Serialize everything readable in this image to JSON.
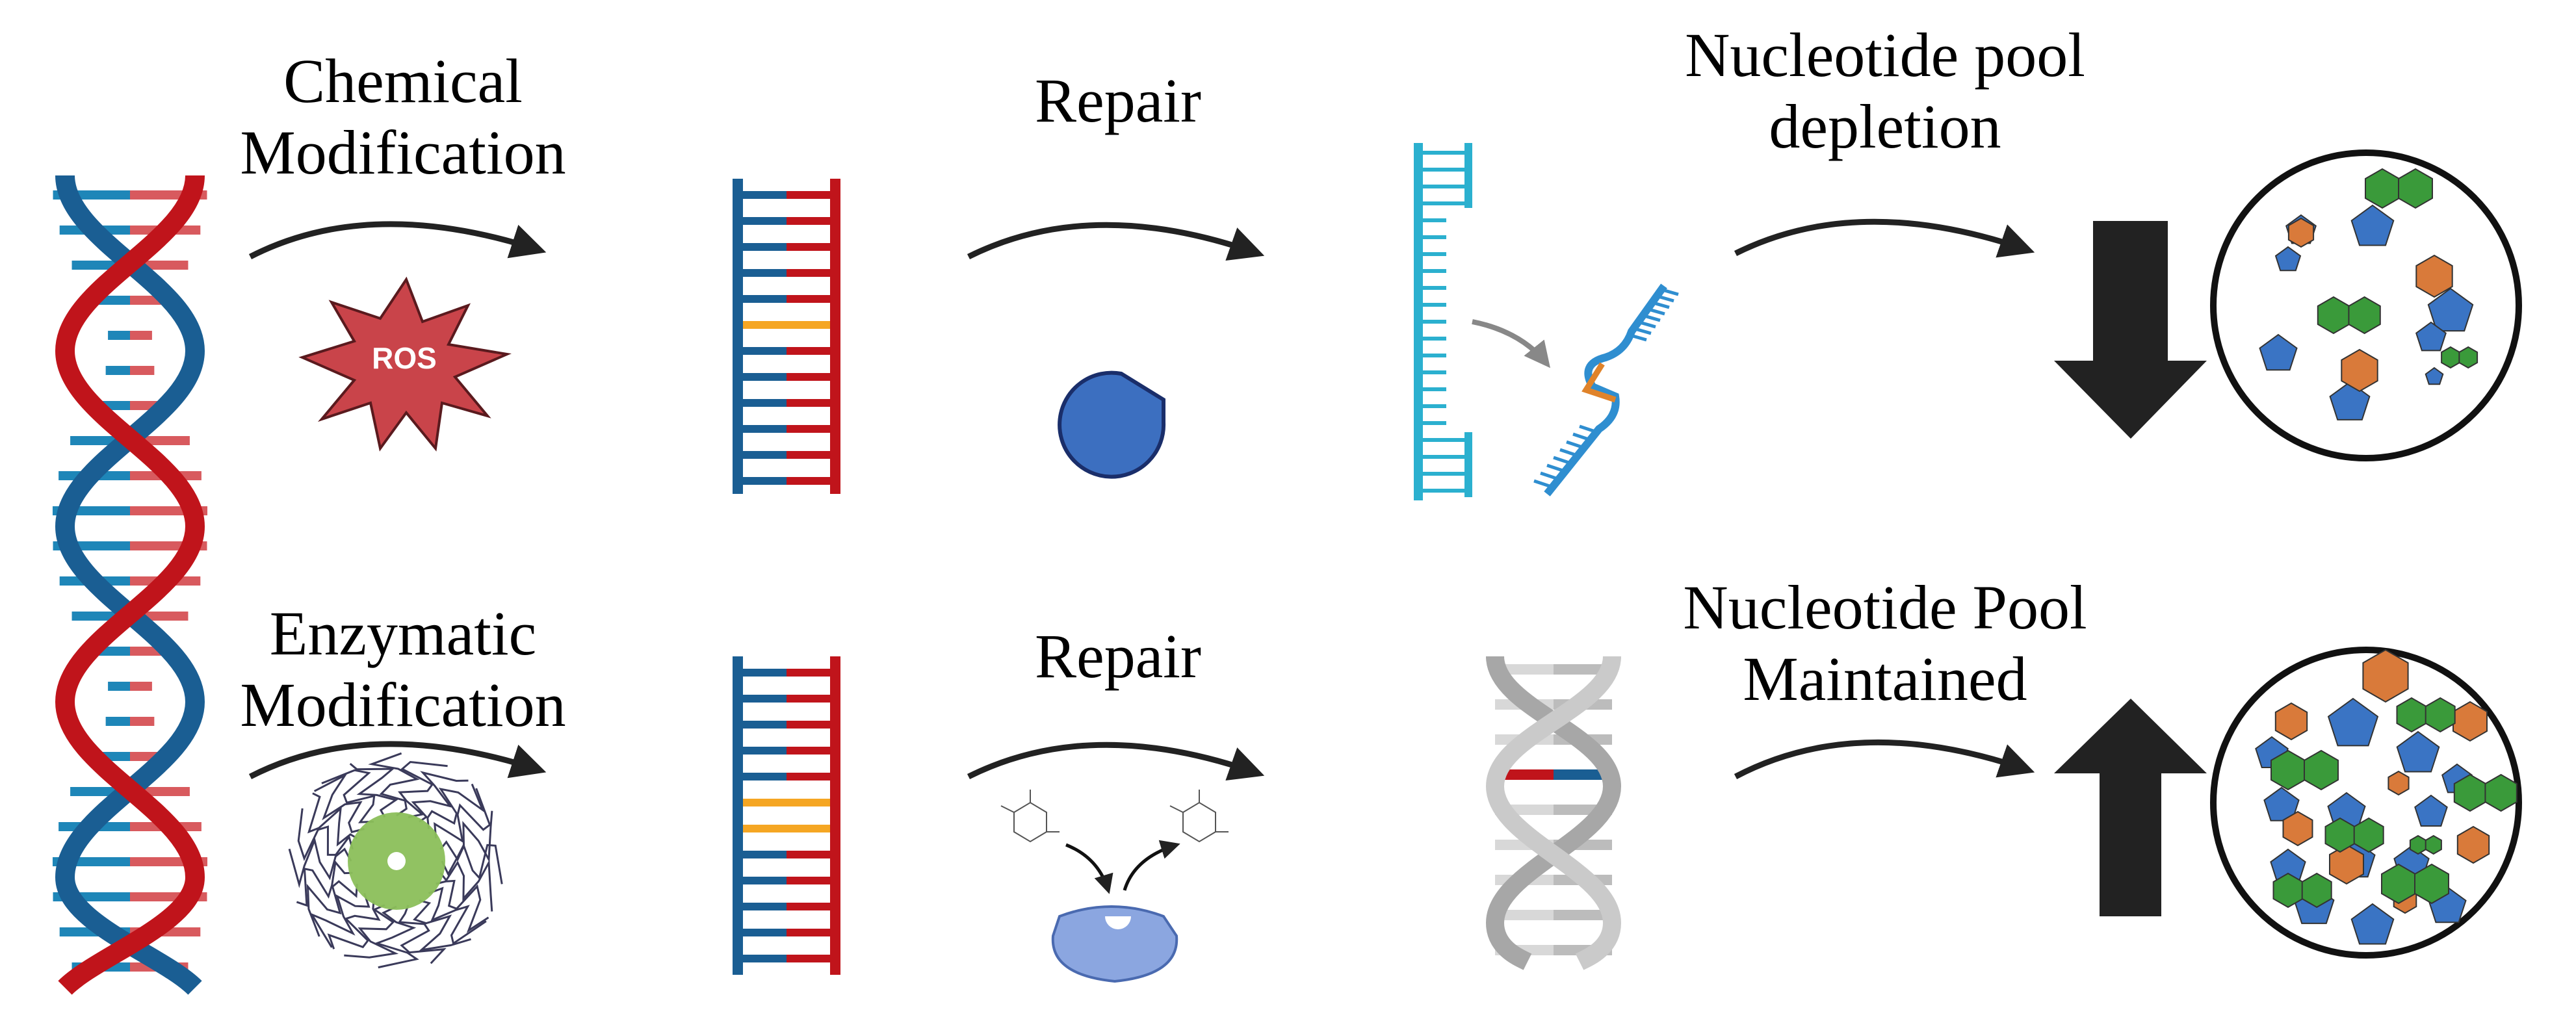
{
  "top_row": {
    "step1_label": [
      "Chemical",
      "Modification"
    ],
    "ros_label": "ROS",
    "step2_label": "Repair",
    "step3_label": [
      "Nucleotide pool",
      "depletion"
    ]
  },
  "bottom_row": {
    "step1_label": [
      "Enzymatic",
      "Modification"
    ],
    "step2_label": "Repair",
    "step3_label": [
      "Nucleotide Pool",
      "Maintained"
    ]
  },
  "colors": {
    "strand_blue": "#1a5e93",
    "strand_red": "#c0141b",
    "lesion_orange": "#f5a623",
    "pentagon_blue": "#3a74c4",
    "hexagon_orange": "#d97a3a",
    "hexagon_green": "#3a9a3a",
    "arrow_dark": "#222222",
    "cyan_strand": "#2bb0cf",
    "enzyme_blue": "#3c6fc0",
    "enzyme_light": "#8ba6e0",
    "protein_green": "#8bbf5a"
  },
  "icons": [
    "dna-helix-icon",
    "ros-burst-icon",
    "damaged-dna-icon",
    "pacman-enzyme-icon",
    "excision-strand-icon",
    "nucleotide-pool-icon",
    "down-arrow-icon",
    "up-arrow-icon",
    "enzyme-protein-icon",
    "repair-enzyme-icon",
    "gray-dna-helix-icon"
  ]
}
